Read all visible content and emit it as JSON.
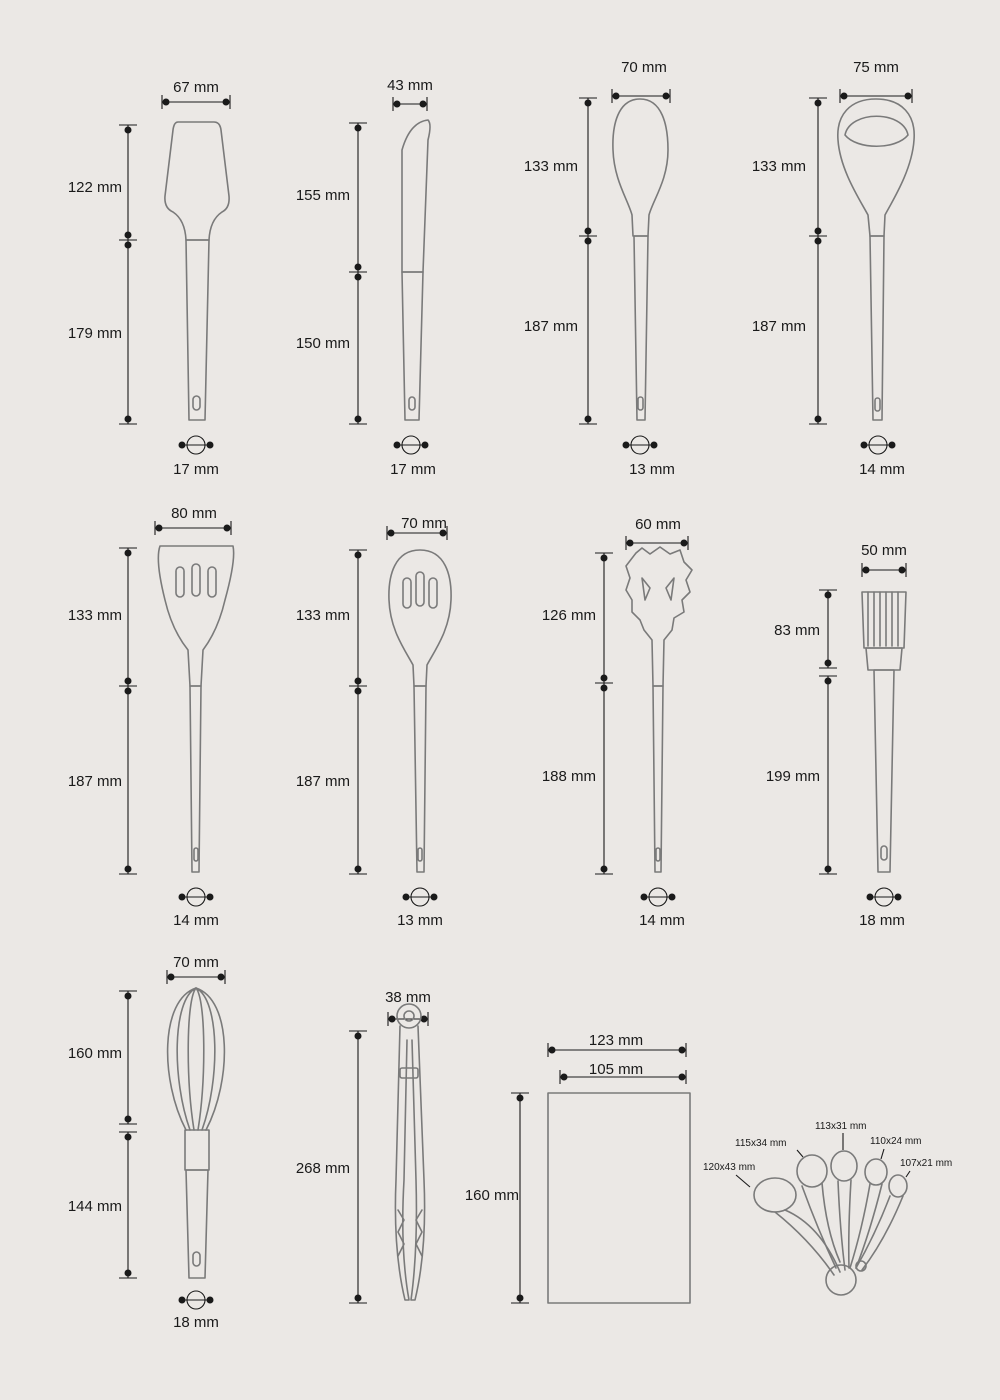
{
  "colors": {
    "background": "#ebe8e5",
    "outline": "#7a7a7a",
    "dimension": "#1a1a1a"
  },
  "utensils": [
    {
      "name": "spatula",
      "width": "67 mm",
      "head": "122 mm",
      "handle": "179 mm",
      "diameter": "17 mm"
    },
    {
      "name": "spreader",
      "width": "43 mm",
      "head": "155 mm",
      "handle": "150 mm",
      "diameter": "17 mm"
    },
    {
      "name": "spoon",
      "width": "70 mm",
      "head": "133 mm",
      "handle": "187 mm",
      "diameter": "13 mm"
    },
    {
      "name": "ladle",
      "width": "75 mm",
      "head": "133 mm",
      "handle": "187 mm",
      "diameter": "14 mm"
    },
    {
      "name": "slotted-turner",
      "width": "80 mm",
      "head": "133 mm",
      "handle": "187 mm",
      "diameter": "14 mm"
    },
    {
      "name": "slotted-spoon",
      "width": "70 mm",
      "head": "133 mm",
      "handle": "187 mm",
      "diameter": "13 mm"
    },
    {
      "name": "pasta-server",
      "width": "60 mm",
      "head": "126 mm",
      "handle": "188 mm",
      "diameter": "14 mm"
    },
    {
      "name": "basting-brush",
      "width": "50 mm",
      "head": "83 mm",
      "handle": "199 mm",
      "diameter": "18 mm"
    },
    {
      "name": "whisk",
      "width": "70 mm",
      "head": "160 mm",
      "handle": "144 mm",
      "diameter": "18 mm"
    }
  ],
  "tongs": {
    "width": "38 mm",
    "length": "268 mm"
  },
  "holder": {
    "top_width": "123 mm",
    "bottom_width": "105 mm",
    "height": "160 mm"
  },
  "measuring_spoons": [
    "120x43 mm",
    "115x34 mm",
    "113x31 mm",
    "110x24 mm",
    "107x21 mm"
  ]
}
